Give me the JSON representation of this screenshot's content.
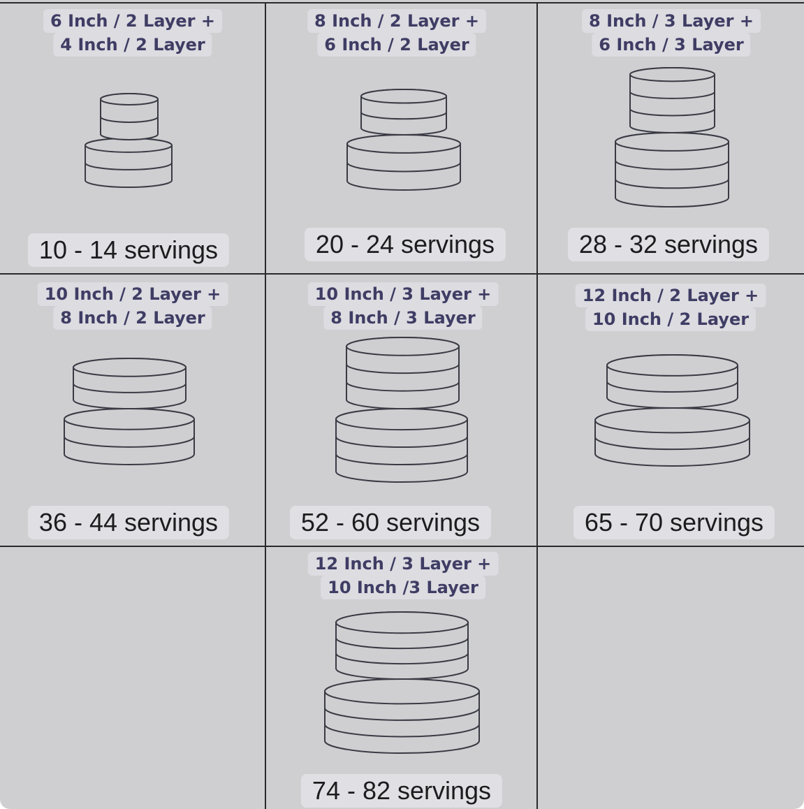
{
  "cells": [
    {
      "title_1": "6 Inch / 2 Layer +",
      "title_2": "4 Inch / 2 Layer",
      "servings": "10 - 14 servings",
      "cake": {
        "bottom_layers": 2,
        "top_layers": 2
      }
    },
    {
      "title_1": "8 Inch / 2 Layer +",
      "title_2": "6 Inch / 2 Layer",
      "servings": "20 - 24 servings",
      "cake": {
        "bottom_layers": 2,
        "top_layers": 2
      }
    },
    {
      "title_1": "8 Inch / 3 Layer +",
      "title_2": "6 Inch / 3 Layer",
      "servings": "28 - 32 servings",
      "cake": {
        "bottom_layers": 3,
        "top_layers": 3
      }
    },
    {
      "title_1": "10 Inch / 2 Layer +",
      "title_2": "8 Inch / 2 Layer",
      "servings": "36 - 44 servings",
      "cake": {
        "bottom_layers": 2,
        "top_layers": 2
      }
    },
    {
      "title_1": "10 Inch / 3 Layer +",
      "title_2": "8 Inch / 3 Layer",
      "servings": "52 - 60 servings",
      "cake": {
        "bottom_layers": 3,
        "top_layers": 3
      }
    },
    {
      "title_1": "12 Inch / 2 Layer +",
      "title_2": "10 Inch / 2 Layer",
      "servings": "65 - 70 servings",
      "cake": {
        "bottom_layers": 2,
        "top_layers": 2
      }
    },
    {
      "title_1": "12 Inch / 3 Layer +",
      "title_2": "10 Inch /3 Layer",
      "servings": "74 - 82 servings",
      "cake": {
        "bottom_layers": 3,
        "top_layers": 3
      }
    }
  ],
  "colors": {
    "background": "#cfcfd2",
    "grid_line": "#2a2a2e",
    "title_text": "#3f3d64",
    "cake_stroke": "#3a3a44"
  }
}
